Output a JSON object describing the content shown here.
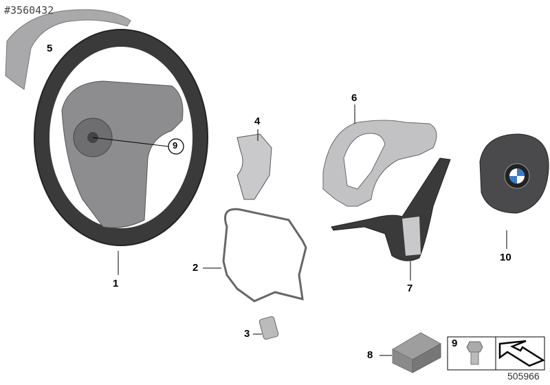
{
  "diagram_id": "#3560432",
  "reference_number": "505966",
  "parts": [
    {
      "number": "1",
      "name": "steering-wheel"
    },
    {
      "number": "2",
      "name": "wiring-harness"
    },
    {
      "number": "3",
      "name": "connector"
    },
    {
      "number": "4",
      "name": "bracket"
    },
    {
      "number": "5",
      "name": "trim-cover"
    },
    {
      "number": "6",
      "name": "trim-ring"
    },
    {
      "number": "7",
      "name": "lower-trim-bezel"
    },
    {
      "number": "8",
      "name": "box"
    },
    {
      "number": "9",
      "name": "screw"
    },
    {
      "number": "10",
      "name": "airbag-module"
    }
  ],
  "labels": {
    "p1": "1",
    "p2": "2",
    "p3": "3",
    "p4": "4",
    "p5": "5",
    "p6": "6",
    "p7": "7",
    "p8": "8",
    "p9": "9",
    "p9box": "9",
    "p10": "10"
  },
  "logo_text": "BMW"
}
